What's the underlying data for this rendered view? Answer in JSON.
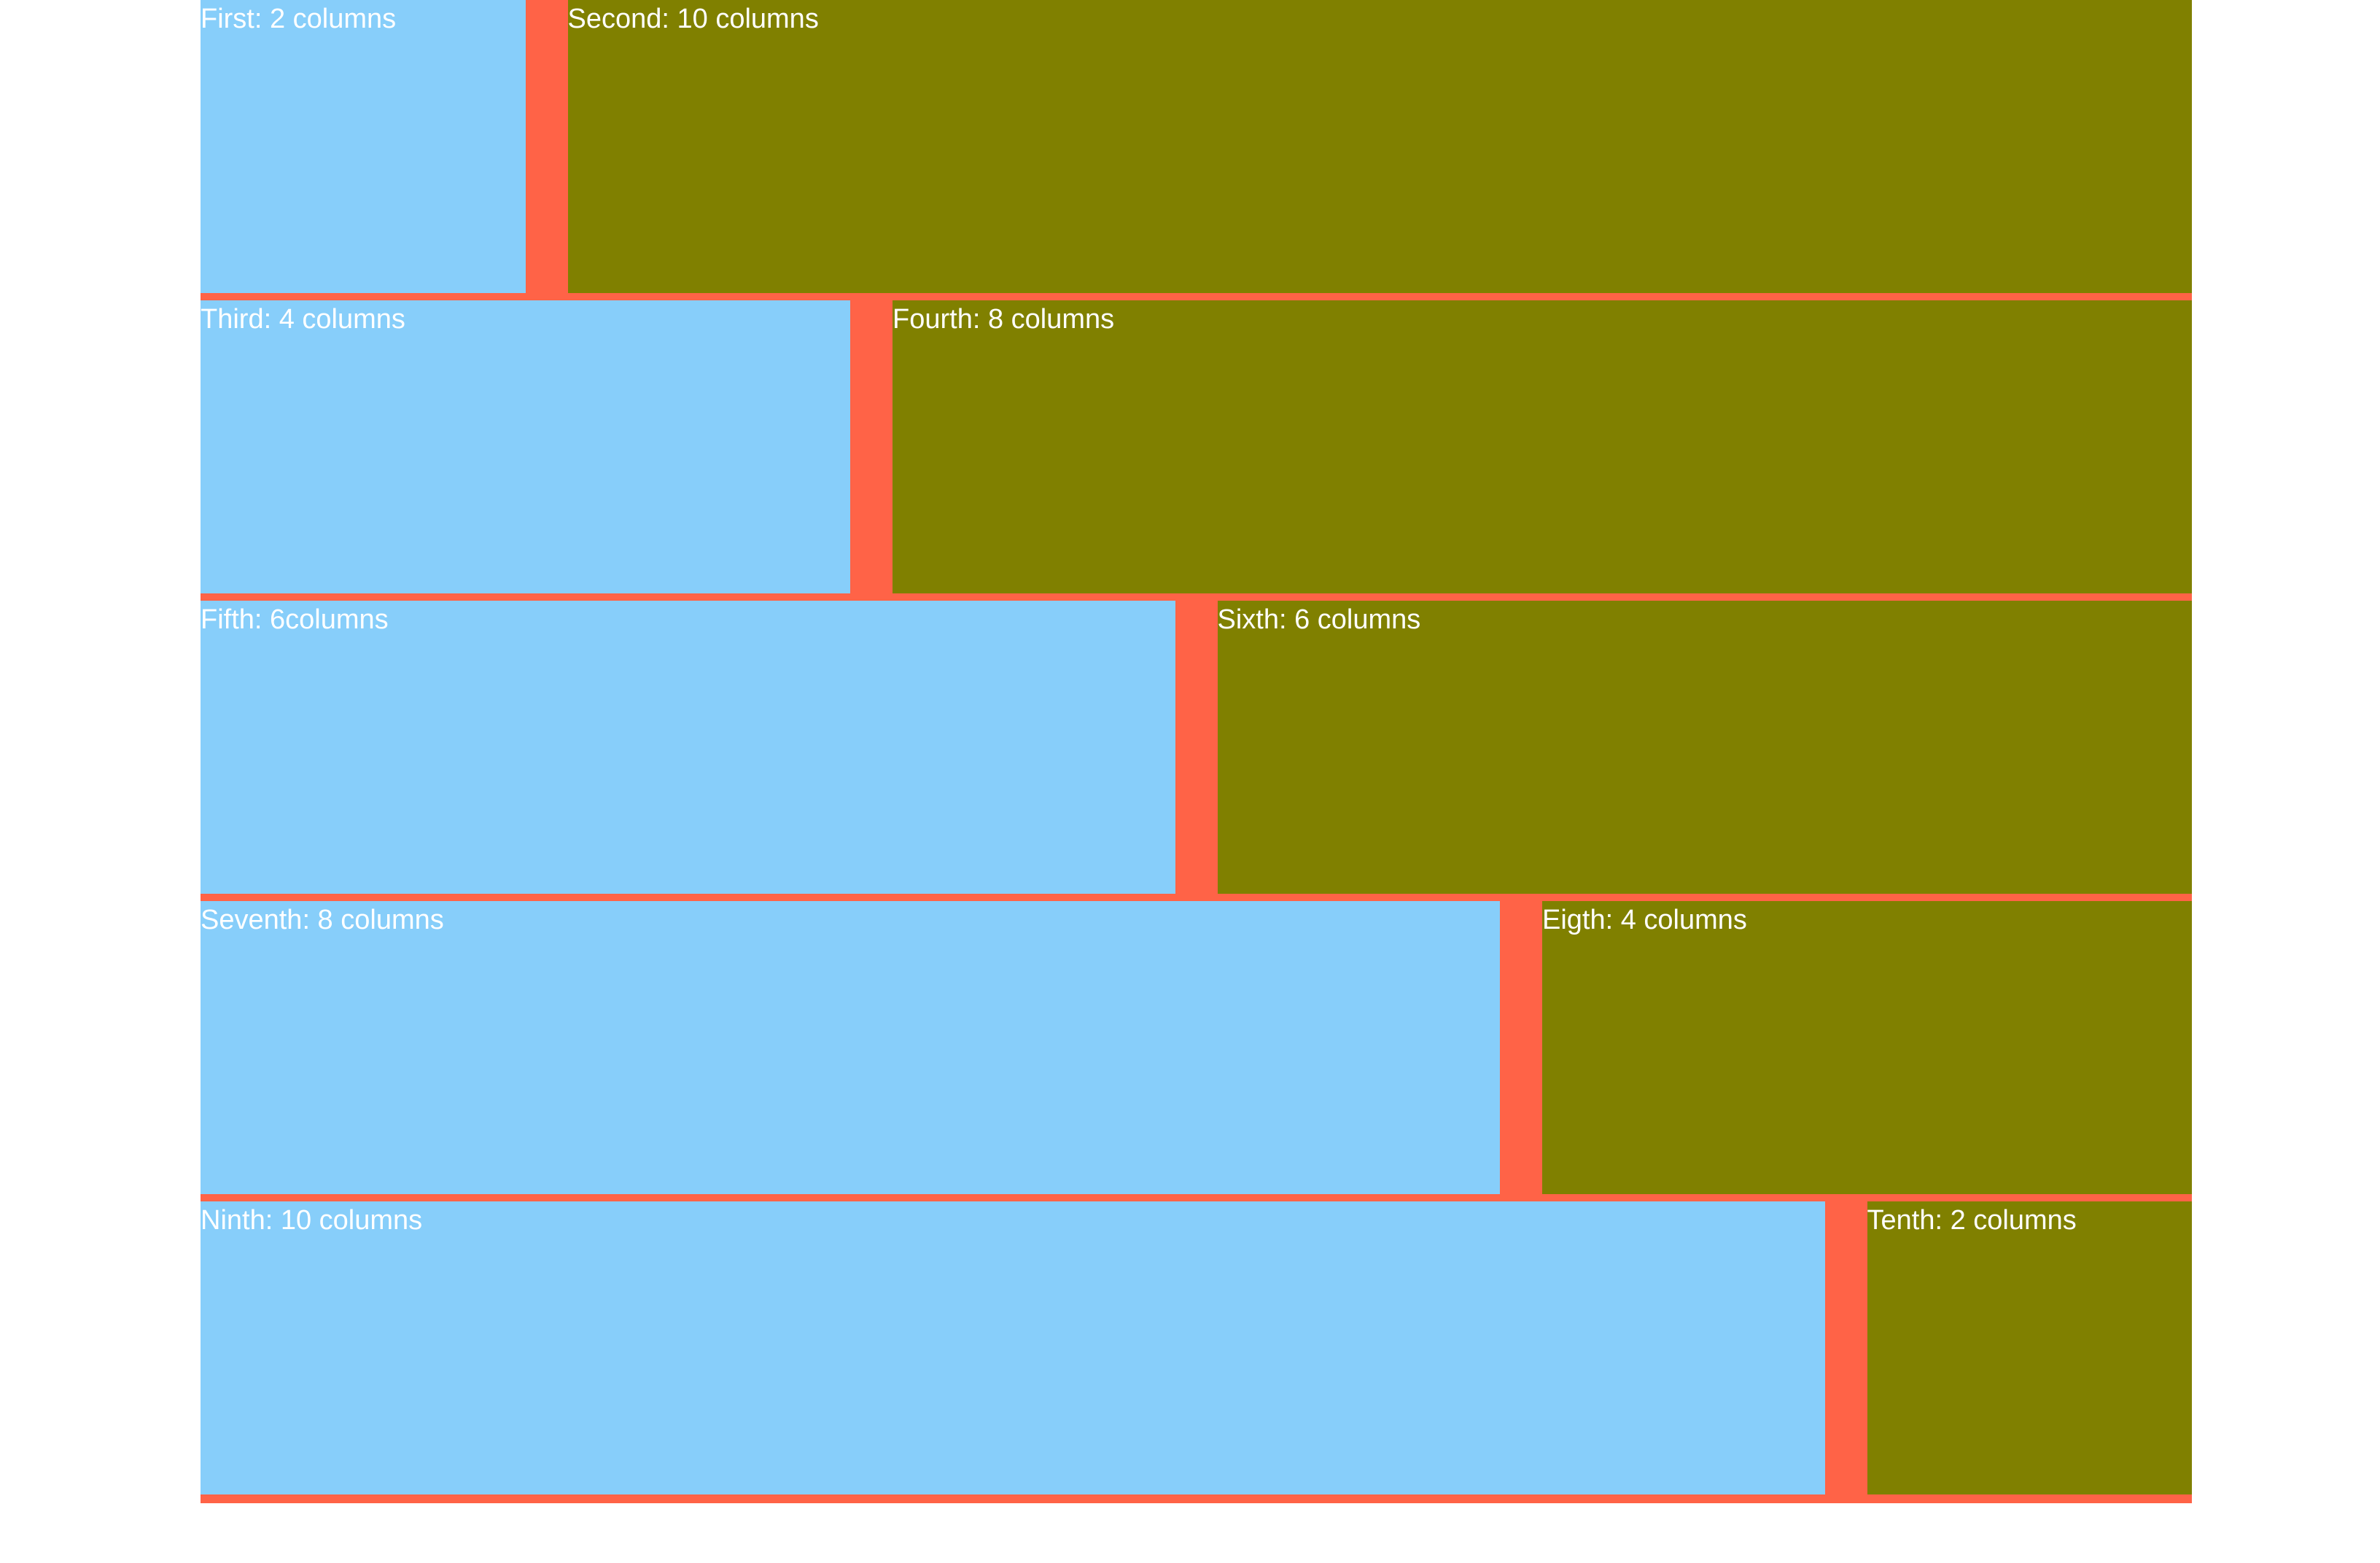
{
  "rows": [
    {
      "left": {
        "label": "First: 2 columns",
        "cols": 2
      },
      "right": {
        "label": "Second: 10 columns",
        "cols": 10
      }
    },
    {
      "left": {
        "label": "Third: 4 columns",
        "cols": 4
      },
      "right": {
        "label": "Fourth: 8 columns",
        "cols": 8
      }
    },
    {
      "left": {
        "label": "Fifth: 6columns",
        "cols": 6
      },
      "right": {
        "label": "Sixth: 6 columns",
        "cols": 6
      }
    },
    {
      "left": {
        "label": "Seventh: 8 columns",
        "cols": 8
      },
      "right": {
        "label": "Eigth: 4 columns",
        "cols": 4
      }
    },
    {
      "left": {
        "label": "Ninth: 10 columns",
        "cols": 10
      },
      "right": {
        "label": "Tenth: 2 columns",
        "cols": 2
      }
    }
  ],
  "colors": {
    "background": "#ffffff",
    "gutter": "#ff6347",
    "left_cell": "#87cefa",
    "right_cell": "#808000",
    "text": "#ffffff"
  }
}
